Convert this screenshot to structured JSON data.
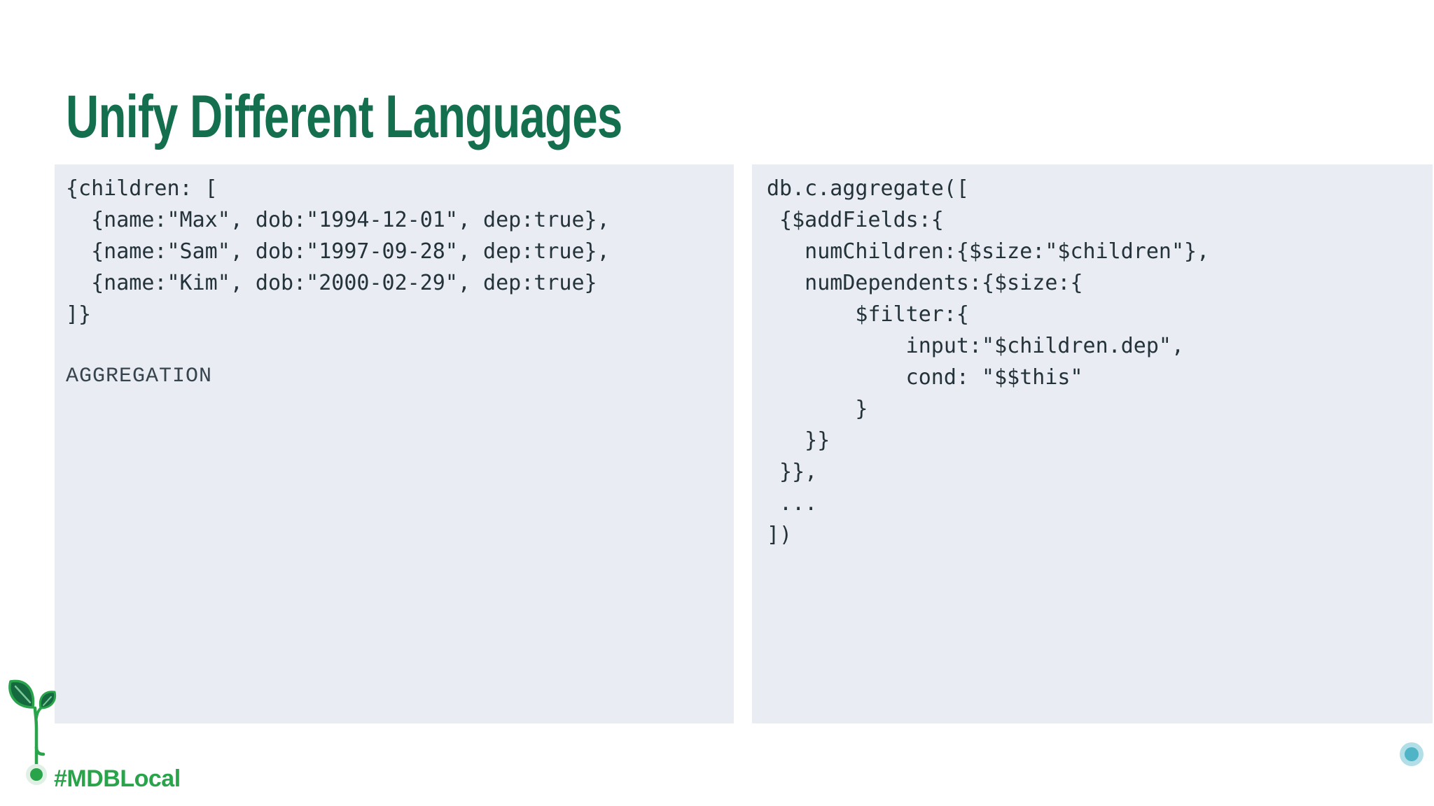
{
  "slide": {
    "title": "Unify Different Languages",
    "left_panel": {
      "code": "{children: [\n  {name:\"Max\", dob:\"1994-12-01\", dep:true},\n  {name:\"Sam\", dob:\"1997-09-28\", dep:true},\n  {name:\"Kim\", dob:\"2000-02-29\", dep:true}\n]}",
      "label": "AGGREGATION"
    },
    "right_panel": {
      "code": "db.c.aggregate([\n {$addFields:{\n   numChildren:{$size:\"$children\"},\n   numDependents:{$size:{\n       $filter:{\n           input:\"$children.dep\",\n           cond: \"$$this\"\n       }\n   }}\n }},\n ...\n])"
    },
    "footer": {
      "hashtag": "#MDBLocal"
    },
    "icons": {
      "sprout": "seedling-sprout-with-two-leaves",
      "timeline_start_dot": "green-dot-with-halo",
      "timeline_end_dot": "teal-dot-with-halo"
    },
    "colors": {
      "title_green": "#146F4F",
      "brand_green": "#29A44B",
      "leaf_dark_green": "#15693F",
      "teal": "#4FB4C5",
      "teal_halo": "#B2DEE8",
      "green_halo": "#DFF0E4",
      "panel_background": "#E9EDF3",
      "code_text": "#243239",
      "aggregation_label_text": "#37444D"
    }
  }
}
